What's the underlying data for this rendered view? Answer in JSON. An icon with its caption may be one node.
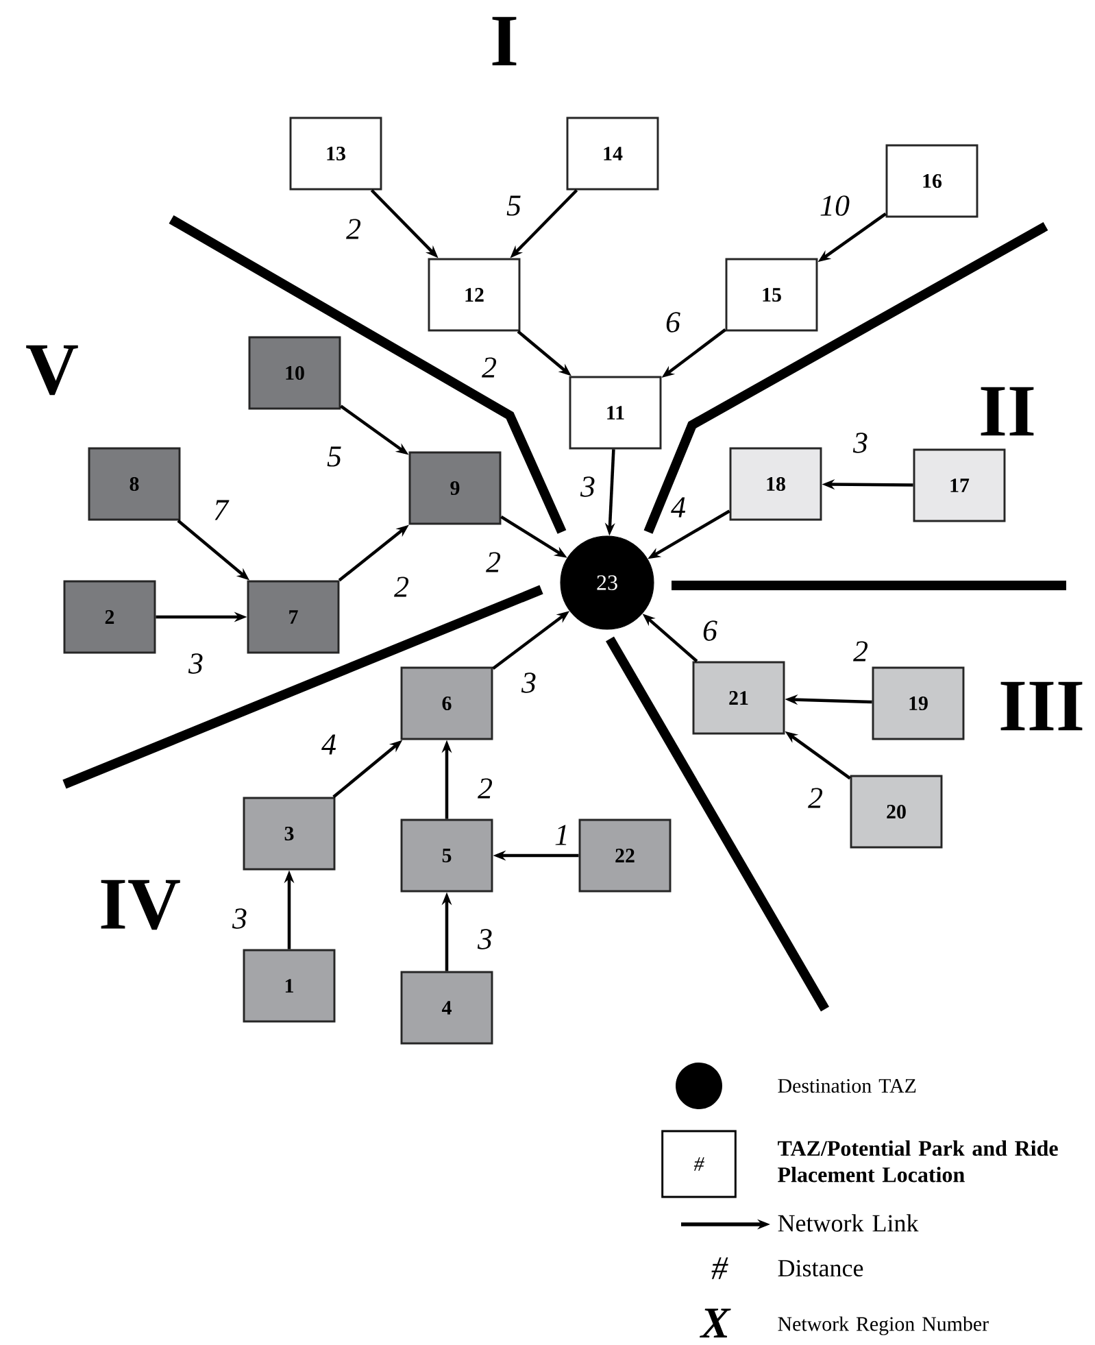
{
  "diagram": {
    "nodes": [
      {
        "text": [
          "1"
        ]
      },
      {
        "text": [
          "2"
        ]
      },
      {
        "text": [
          "3"
        ]
      },
      {
        "text": [
          "4"
        ]
      },
      {
        "text": [
          "5"
        ]
      },
      {
        "text": [
          "6"
        ]
      },
      {
        "text": [
          "7"
        ]
      },
      {
        "text": [
          "8"
        ]
      },
      {
        "text": [
          "9"
        ]
      },
      {
        "text": [
          "10"
        ]
      },
      {
        "text": [
          "11"
        ]
      },
      {
        "text": [
          "12"
        ]
      },
      {
        "text": [
          "13"
        ]
      },
      {
        "text": [
          "14"
        ]
      },
      {
        "text": [
          "15"
        ]
      },
      {
        "text": [
          "16"
        ]
      },
      {
        "text": [
          "17"
        ]
      },
      {
        "text": [
          "18"
        ]
      },
      {
        "text": [
          "19"
        ]
      },
      {
        "text": [
          "20"
        ]
      },
      {
        "text": [
          "21"
        ]
      },
      {
        "text": [
          "22"
        ]
      },
      {
        "text": [
          "23"
        ]
      }
    ],
    "edges": [
      {
        "from": 12,
        "to": 11,
        "arrow": "to",
        "label": "2"
      },
      {
        "from": 13,
        "to": 11,
        "arrow": "to",
        "label": "5"
      },
      {
        "from": 11,
        "to": 10,
        "arrow": "to",
        "label": "2"
      },
      {
        "from": 15,
        "to": 14,
        "arrow": "to",
        "label": "10"
      },
      {
        "from": 14,
        "to": 10,
        "arrow": "to",
        "label": "6"
      },
      {
        "from": 10,
        "to": 22,
        "arrow": "to",
        "label": "3"
      },
      {
        "from": 16,
        "to": 17,
        "arrow": "to",
        "label": "3"
      },
      {
        "from": 17,
        "to": 22,
        "arrow": "to",
        "label": "4"
      },
      {
        "from": 18,
        "to": 20,
        "arrow": "to",
        "label": "2"
      },
      {
        "from": 19,
        "to": 20,
        "arrow": "to",
        "label": "2"
      },
      {
        "from": 20,
        "to": 22,
        "arrow": "to",
        "label": "6"
      },
      {
        "from": 9,
        "to": 8,
        "arrow": "to",
        "label": "5"
      },
      {
        "from": 7,
        "to": 6,
        "arrow": "to",
        "label": "7"
      },
      {
        "from": 1,
        "to": 6,
        "arrow": "to",
        "label": "3"
      },
      {
        "from": 6,
        "to": 8,
        "arrow": "to",
        "label": "2"
      },
      {
        "from": 8,
        "to": 22,
        "arrow": "to",
        "label": "2"
      },
      {
        "from": 5,
        "to": 22,
        "arrow": "to",
        "label": "3"
      },
      {
        "from": 2,
        "to": 5,
        "arrow": "to",
        "label": "4"
      },
      {
        "from": 4,
        "to": 5,
        "arrow": "to",
        "label": "2"
      },
      {
        "from": 21,
        "to": 4,
        "arrow": "to",
        "label": "1"
      },
      {
        "from": 0,
        "to": 2,
        "arrow": "to",
        "label": "3"
      },
      {
        "from": 3,
        "to": 4,
        "arrow": "to",
        "label": "3"
      }
    ],
    "labels": [
      "I",
      "V",
      "II",
      "III",
      "IV",
      "#",
      "#",
      "X"
    ],
    "legend": [
      {
        "text": "Destination TAZ"
      },
      {
        "text": "TAZ/Potential Park and Ride Placement Location"
      },
      {
        "text": "Network Link"
      },
      {
        "text": "Distance"
      },
      {
        "text": "Network Region Number"
      }
    ]
  }
}
